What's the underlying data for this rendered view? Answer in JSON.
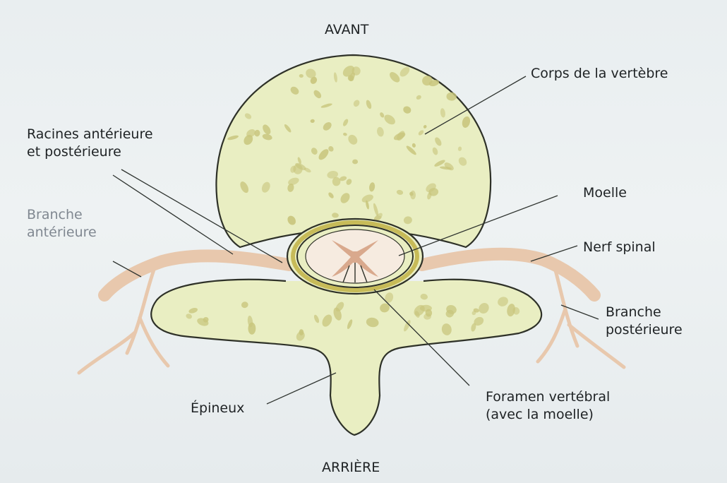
{
  "labels": {
    "avant": "AVANT",
    "arriere": "ARRIÈRE",
    "corps": "Corps de la vertèbre",
    "racines": [
      "Racines antérieure",
      "et postérieure"
    ],
    "branche_anterieure": [
      "Branche",
      "antérieure"
    ],
    "moelle": "Moelle",
    "nerf_spinal": "Nerf spinal",
    "branche_posterieure": [
      "Branche",
      "postérieure"
    ],
    "epineux": "Épineux",
    "foramen": [
      "Foramen vertébral",
      "(avec la moelle)"
    ]
  },
  "colors": {
    "bone_fill": "#e9eec2",
    "bone_outline": "#2e3128",
    "bone_spots": "#c8c57c",
    "nerve": "#e8c8ad",
    "spinal_cord": "#f6ebe0",
    "grey_matter": "#d9a98d",
    "canal_ring": "#c7bb58",
    "leader_line": "#2f3430"
  }
}
